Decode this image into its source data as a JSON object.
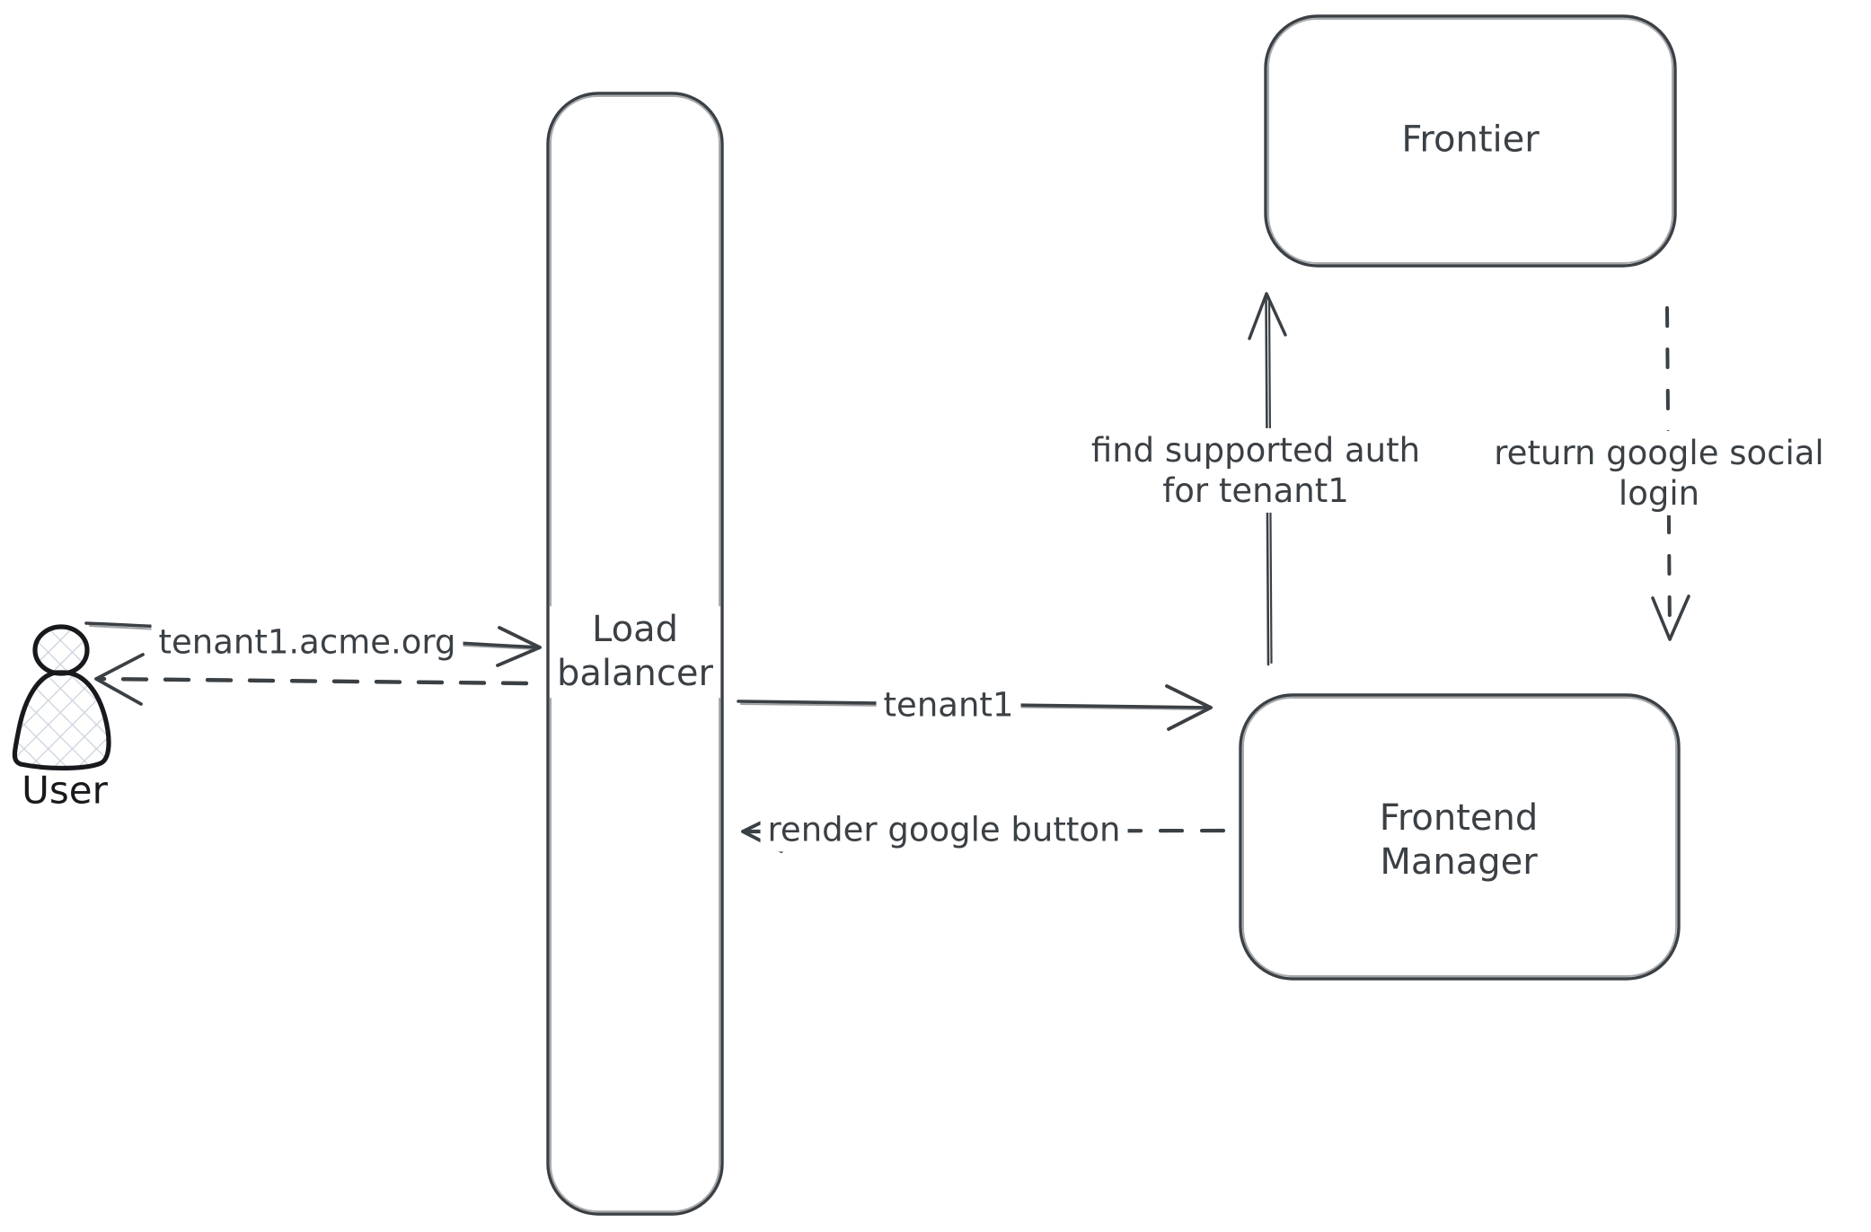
{
  "diagram": {
    "colors": {
      "background": "#ffffff",
      "stroke": "#3b4045",
      "actor_outline": "#17191d",
      "actor_hatch_fill": "#ccd3dc"
    },
    "nodes": {
      "user": {
        "type": "actor",
        "icon": "person-icon",
        "label": "User"
      },
      "load_balancer": {
        "type": "box",
        "lines": [
          "Load",
          "balancer"
        ]
      },
      "frontier": {
        "type": "box",
        "label": "Frontier"
      },
      "frontend_manager": {
        "type": "box",
        "lines": [
          "Frontend",
          "Manager"
        ]
      }
    },
    "edges": [
      {
        "id": "user-to-load-balancer",
        "from": "user",
        "to": "load_balancer",
        "style": "solid",
        "direction": "right",
        "label": "tenant1.acme.org"
      },
      {
        "id": "load-balancer-to-user",
        "from": "load_balancer",
        "to": "user",
        "style": "dashed",
        "direction": "left",
        "label": ""
      },
      {
        "id": "load-balancer-to-frontend-manager",
        "from": "load_balancer",
        "to": "frontend_manager",
        "style": "solid",
        "direction": "right",
        "label": "tenant1"
      },
      {
        "id": "frontend-manager-to-load-balancer",
        "from": "frontend_manager",
        "to": "load_balancer",
        "style": "dashed",
        "direction": "left",
        "label": "render google button"
      },
      {
        "id": "frontend-manager-to-frontier",
        "from": "frontend_manager",
        "to": "frontier",
        "style": "solid",
        "direction": "up",
        "lines": [
          "find supported auth",
          "for tenant1"
        ]
      },
      {
        "id": "frontier-to-frontend-manager",
        "from": "frontier",
        "to": "frontend_manager",
        "style": "dashed",
        "direction": "down",
        "lines": [
          "return google social",
          "login"
        ]
      }
    ]
  }
}
